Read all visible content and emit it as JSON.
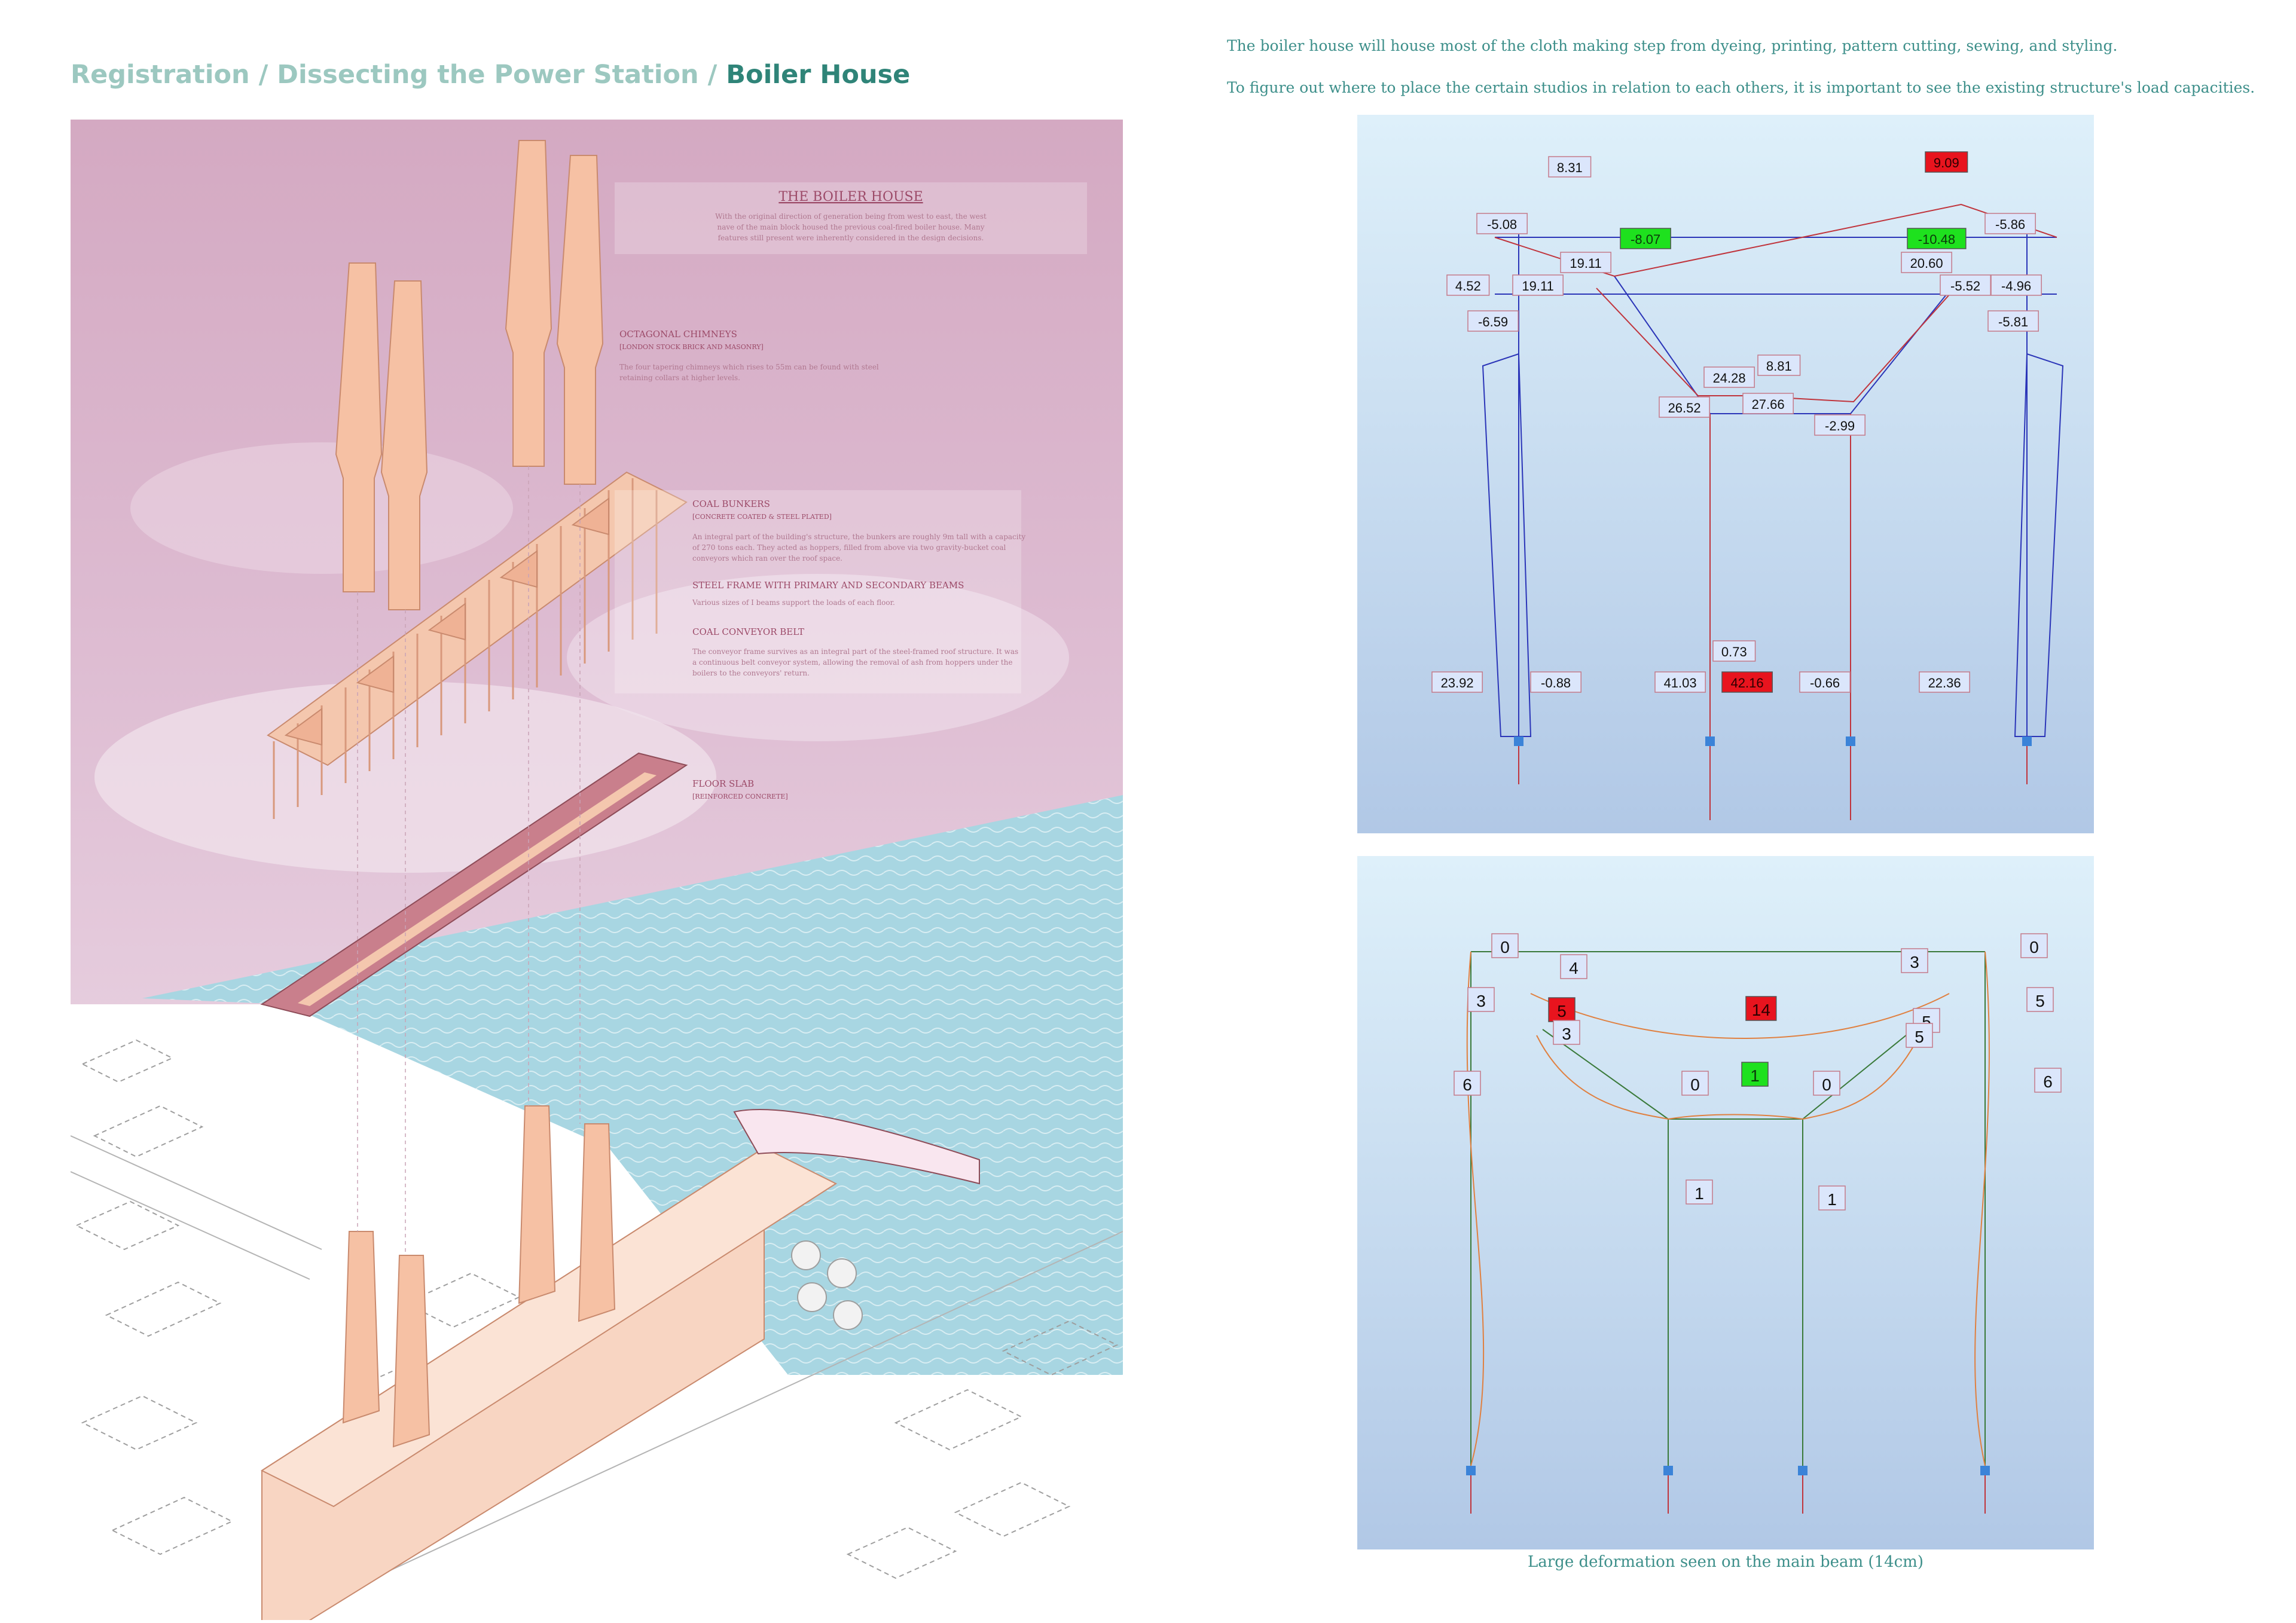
{
  "header": {
    "crumb1": "Registration",
    "sep1": " / ",
    "crumb2": "Dissecting the Power Station",
    "sep2": " / ",
    "current": "Boiler House"
  },
  "intro": {
    "line1": "The boiler house will house most of the cloth making step from dyeing, printing, pattern cutting, sewing, and styling.",
    "line2": "To figure out where to place the certain studios in relation to each others, it is important to see the existing structure's load capacities."
  },
  "exploded": {
    "heading": "THE BOILER HOUSE",
    "intro": [
      "With the original direction of generation being from west to east, the west",
      "nave of the main block housed the previous coal-fired boiler house. Many",
      "features still present were inherently considered in the design decisions."
    ],
    "chimneys": {
      "title": "OCTAGONAL CHIMNEYS",
      "sub": "[LONDON STOCK BRICK AND MASONRY]",
      "body": [
        "The four tapering chimneys which rises to 55m can be found with steel",
        "retaining collars at higher levels."
      ]
    },
    "bunkers": {
      "title": "COAL BUNKERS",
      "sub": "[CONCRETE COATED & STEEL PLATED]",
      "body": [
        "An integral part of the building's structure, the bunkers are roughly 9m tall with a capacity",
        "of 270 tons each. They acted as hoppers, filled from above via two gravity-bucket coal",
        "conveyors which ran over the roof space."
      ]
    },
    "frame": {
      "title": "STEEL FRAME WITH PRIMARY AND SECONDARY BEAMS",
      "body": [
        "Various sizes of I beams support the loads of each floor."
      ]
    },
    "conveyor": {
      "title": "COAL CONVEYOR BELT",
      "body": [
        "The conveyor frame survives as an integral part of the steel-framed roof structure. It was",
        "a continuous belt conveyor system, allowing the removal of ash from hoppers under the",
        "boilers to the conveyors' return."
      ]
    },
    "slab": {
      "title": "FLOOR SLAB",
      "sub": "[REINFORCED CONCRETE]"
    }
  },
  "moment_labels": [
    {
      "text": "8.31",
      "type": "normal"
    },
    {
      "text": "9.09",
      "type": "max"
    },
    {
      "text": "-5.08",
      "type": "normal"
    },
    {
      "text": "-8.07",
      "type": "min"
    },
    {
      "text": "-10.48",
      "type": "min"
    },
    {
      "text": "-5.86",
      "type": "normal"
    },
    {
      "text": "19.11",
      "type": "normal"
    },
    {
      "text": "20.60",
      "type": "normal"
    },
    {
      "text": "4.52",
      "type": "normal"
    },
    {
      "text": "19.11",
      "type": "normal"
    },
    {
      "text": "-5.52",
      "type": "normal"
    },
    {
      "text": "-4.96",
      "type": "normal"
    },
    {
      "text": "-6.59",
      "type": "normal"
    },
    {
      "text": "-5.81",
      "type": "normal"
    },
    {
      "text": "8.81",
      "type": "normal"
    },
    {
      "text": "24.28",
      "type": "normal"
    },
    {
      "text": "26.52",
      "type": "normal"
    },
    {
      "text": "27.66",
      "type": "normal"
    },
    {
      "text": "-2.99",
      "type": "normal"
    },
    {
      "text": "0.73",
      "type": "normal"
    },
    {
      "text": "23.92",
      "type": "normal"
    },
    {
      "text": "-0.88",
      "type": "normal"
    },
    {
      "text": "41.03",
      "type": "normal"
    },
    {
      "text": "42.16",
      "type": "max"
    },
    {
      "text": "-0.66",
      "type": "normal"
    },
    {
      "text": "22.36",
      "type": "normal"
    }
  ],
  "deformation_labels": [
    {
      "text": "0",
      "type": "normal"
    },
    {
      "text": "4",
      "type": "normal"
    },
    {
      "text": "3",
      "type": "normal"
    },
    {
      "text": "0",
      "type": "normal"
    },
    {
      "text": "3",
      "type": "normal"
    },
    {
      "text": "5",
      "type": "max"
    },
    {
      "text": "14",
      "type": "max"
    },
    {
      "text": "5",
      "type": "normal"
    },
    {
      "text": "3",
      "type": "normal"
    },
    {
      "text": "5",
      "type": "normal"
    },
    {
      "text": "5",
      "type": "normal"
    },
    {
      "text": "6",
      "type": "normal"
    },
    {
      "text": "0",
      "type": "normal"
    },
    {
      "text": "1",
      "type": "min"
    },
    {
      "text": "0",
      "type": "normal"
    },
    {
      "text": "6",
      "type": "normal"
    },
    {
      "text": "1",
      "type": "normal"
    },
    {
      "text": "1",
      "type": "normal"
    }
  ],
  "caption": "Large deformation seen on the main beam (14cm)",
  "colors": {
    "title_light": "#9cc8c0",
    "title_dark": "#2f8478",
    "sky_mauve": "#d9b6cc",
    "river": "#a8d6e2",
    "brick": "#f6c1a4",
    "analysis_bg_top": "#def0fa",
    "analysis_bg_bottom": "#b1c8e6",
    "label_max": "#e8141e",
    "label_min": "#1ee11e",
    "moment_line": "#c0343c",
    "frame_line": "#2b35b8"
  }
}
